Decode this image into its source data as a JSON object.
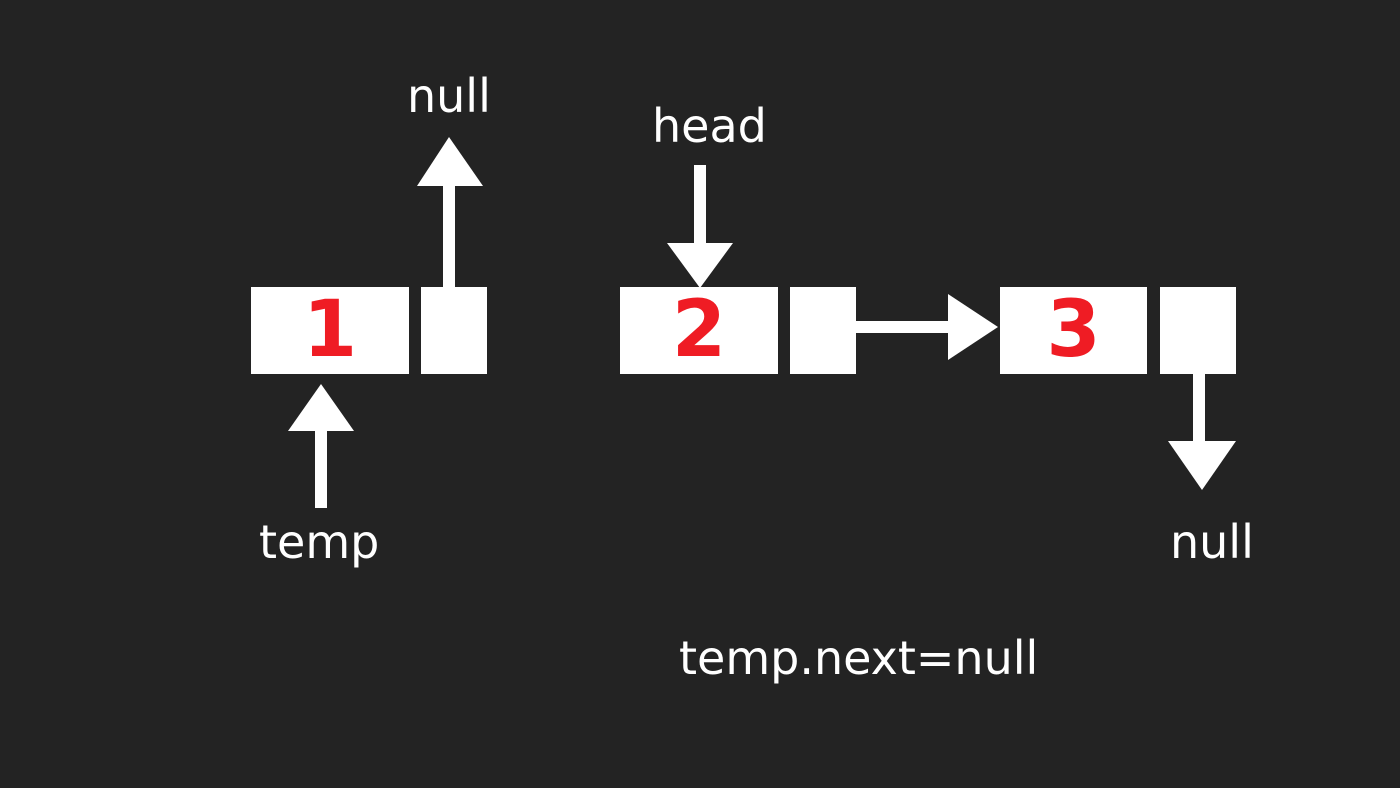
{
  "colors": {
    "background": "#232323",
    "node_fill": "#ffffff",
    "value_text": "#ef1c24",
    "label_text": "#ffffff",
    "arrow": "#ffffff"
  },
  "nodes": [
    {
      "value": "1"
    },
    {
      "value": "2"
    },
    {
      "value": "3"
    }
  ],
  "labels": {
    "null_top": "null",
    "head": "head",
    "temp": "temp",
    "null_right": "null",
    "caption": "temp.next=null"
  }
}
